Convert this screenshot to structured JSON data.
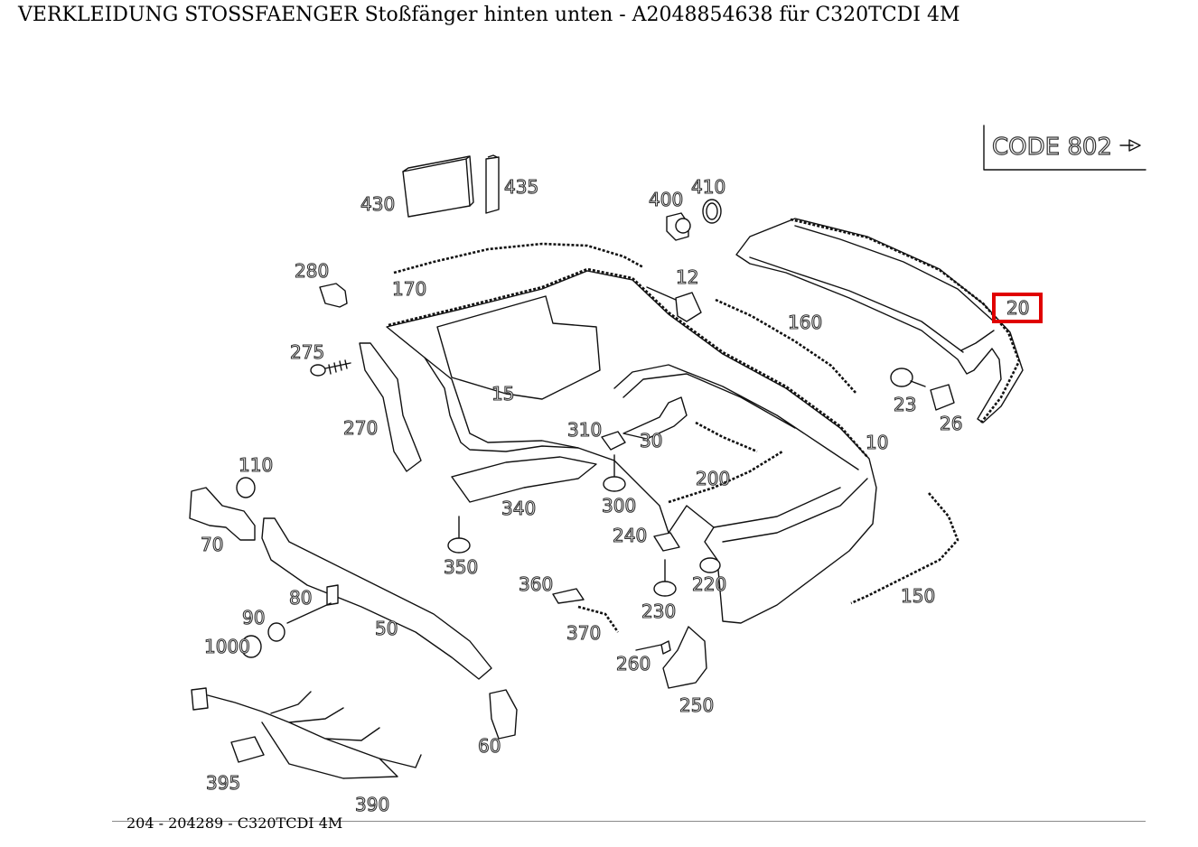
{
  "title": "VERKLEIDUNG STOSSFAENGER Stoßfänger hinten unten - A2048854638 für C320TCDI 4M",
  "footer": "204 - 204289 - C320TCDI 4M",
  "code_box": "CODE 802",
  "highlighted_part": "20",
  "highlight_color": "#e00000",
  "labels": {
    "p430": "430",
    "p435": "435",
    "p400": "400",
    "p410": "410",
    "p280": "280",
    "p170": "170",
    "p12": "12",
    "p160": "160",
    "p20": "20",
    "p275": "275",
    "p15": "15",
    "p270": "270",
    "p310": "310",
    "p30": "30",
    "p23": "23",
    "p26": "26",
    "p10": "10",
    "p110": "110",
    "p200": "200",
    "p340": "340",
    "p300": "300",
    "p70": "70",
    "p350": "350",
    "p240": "240",
    "p220": "220",
    "p150": "150",
    "p360": "360",
    "p80": "80",
    "p90": "90",
    "p1000": "1000",
    "p50": "50",
    "p230": "230",
    "p370": "370",
    "p260": "260",
    "p250": "250",
    "p60": "60",
    "p395": "395",
    "p390": "390"
  }
}
